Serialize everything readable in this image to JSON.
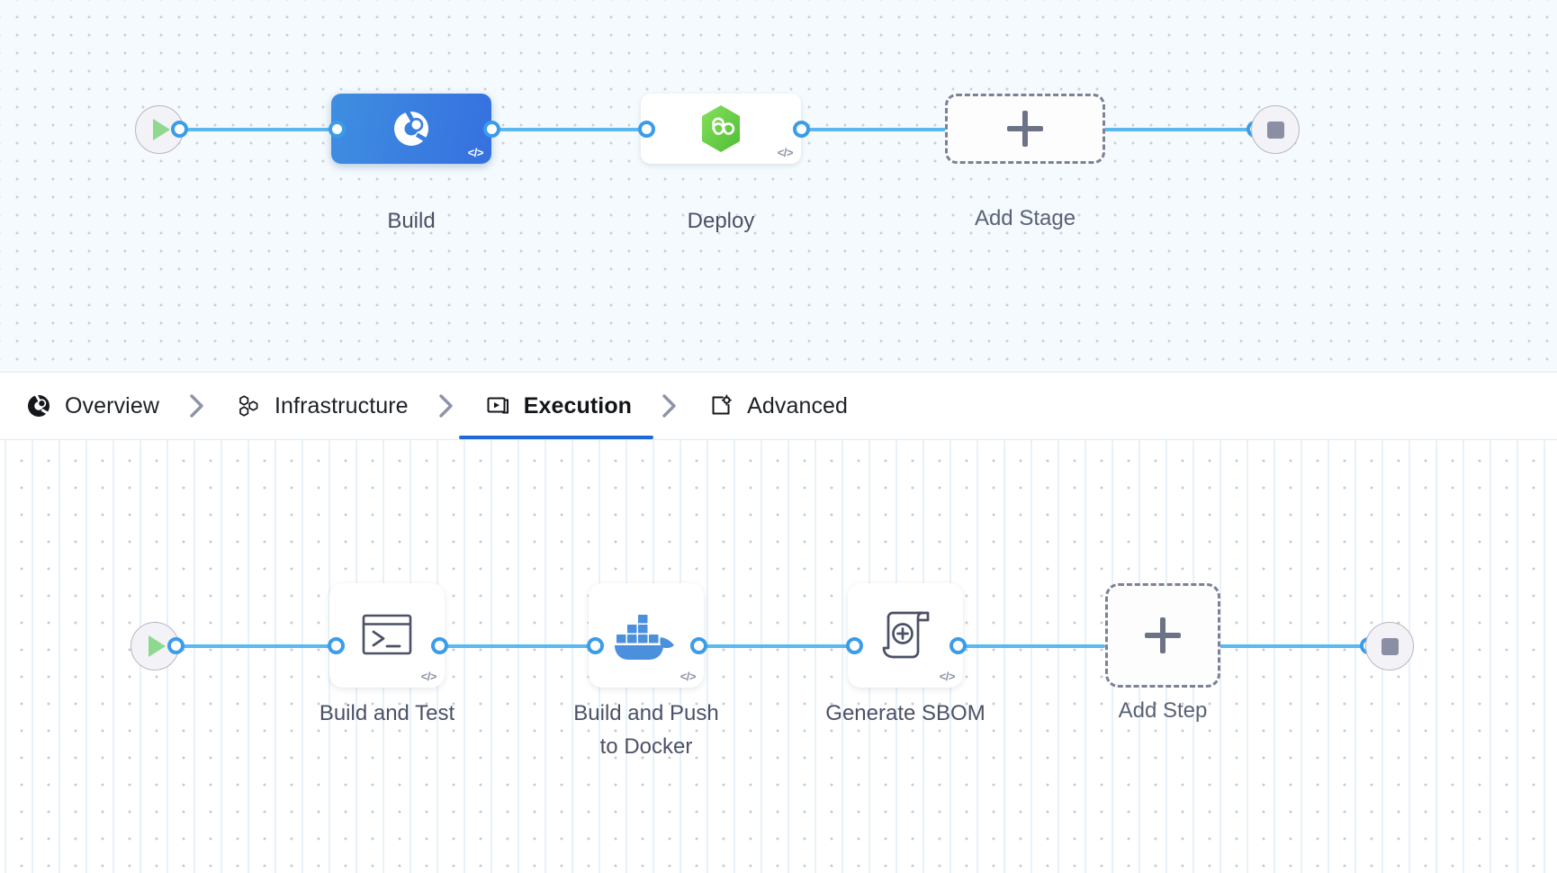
{
  "tabs": [
    {
      "label": "Overview",
      "icon": "pipeline-circle-icon",
      "active": false
    },
    {
      "label": "Infrastructure",
      "icon": "hexagons-icon",
      "active": false
    },
    {
      "label": "Execution",
      "icon": "play-box-icon",
      "active": true
    },
    {
      "label": "Advanced",
      "icon": "gear-box-icon",
      "active": false
    }
  ],
  "tab_separator": "chevron-right-icon",
  "stage_graph": {
    "start_icon": "play-start-icon",
    "end_icon": "stop-end-icon",
    "stages": [
      {
        "label": "Build",
        "icon": "harness-wheel-icon",
        "selected": true,
        "badge": "</>"
      },
      {
        "label": "Deploy",
        "icon": "green-hex-infinity-icon",
        "selected": false,
        "badge": "</>"
      }
    ],
    "add_stage": {
      "label": "Add Stage",
      "icon": "plus-icon"
    }
  },
  "step_graph": {
    "start_icon": "play-start-icon",
    "end_icon": "stop-end-icon",
    "steps": [
      {
        "label": "Build and Test",
        "icon": "terminal-icon",
        "badge": "</>"
      },
      {
        "label": "Build and Push\nto Docker",
        "icon": "docker-whale-icon",
        "badge": "</>"
      },
      {
        "label": "Generate SBOM",
        "icon": "scroll-plus-icon",
        "badge": "</>"
      }
    ],
    "add_step": {
      "label": "Add Step",
      "icon": "plus-icon"
    }
  },
  "colors": {
    "selected_stage": "#3a7fe0",
    "edge": "#5cb8ef",
    "port": "#3b9ce8",
    "active_tab_underline": "#1f6ad6",
    "deploy_hex": "#6fce4e",
    "docker_blue": "#4a90dd",
    "label_text": "#4b5066",
    "stage_canvas_bg": "#f4fafd",
    "step_canvas_bg": "#ffffff"
  }
}
